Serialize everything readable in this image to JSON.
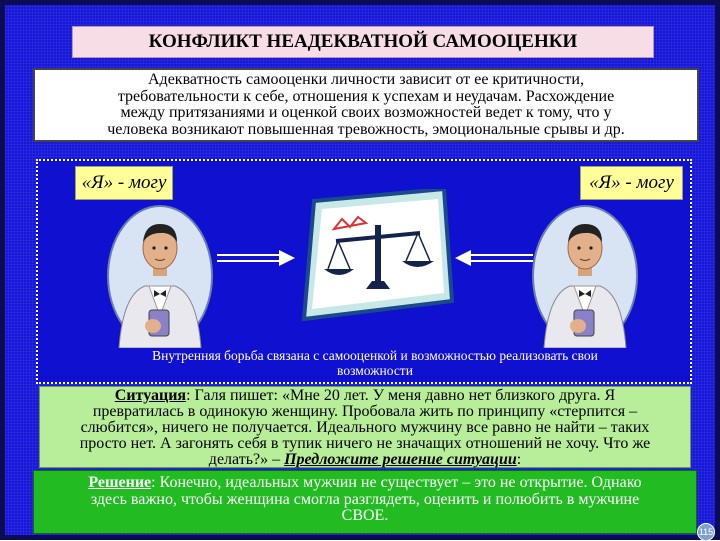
{
  "title": "КОНФЛИКТ НЕАДЕКВАТНОЙ САМООЦЕНКИ",
  "intro": {
    "line1": "Адекватность самооценки личности зависит от ее критичности,",
    "line2": "требовательности к себе, отношения к успехам и неудачам. Расхождение",
    "line3": "между притязаниями и оценкой своих возможностей ведет к тому, что у",
    "line4": "человека возникают повышенная тревожность, эмоциональные срывы и др."
  },
  "scene": {
    "left_label": "«Я» - могу",
    "right_label": "«Я» - могу",
    "caption_line1": "Внутренняя борьба связана с самооценкой и возможностью реализовать свои",
    "caption_line2": "возможности"
  },
  "situation": {
    "label": "Ситуация",
    "line1": ": Галя пишет: «Мне 20 лет. У меня давно нет близкого друга. Я",
    "line2": "превратилась в одинокую женщину. Пробовала жить по принципу «стерпится –",
    "line3": "слюбится», ничего не получается. Идеального мужчину все равно не найти – таких",
    "line4": "просто нет. А загонять себя в тупик ничего не значащих отношений не хочу. Что же",
    "line5_a": "делать?» – ",
    "task": "Предложите решение ситуации",
    "line5_b": ":"
  },
  "solution": {
    "label": "Решение",
    "line1": ": Конечно, идеальных мужчин не существует – это не открытие. Однако",
    "line2": "здесь важно, чтобы женщина смогла разглядеть, оценить и полюбить в мужчине",
    "line3": "СВОЕ."
  },
  "page_number": "115",
  "colors": {
    "background": "#1717d9",
    "title_bg": "#f7dde6",
    "label_bg": "#ffff99",
    "situation_bg": "#b8ee9a",
    "solution_bg": "#22bb22"
  }
}
